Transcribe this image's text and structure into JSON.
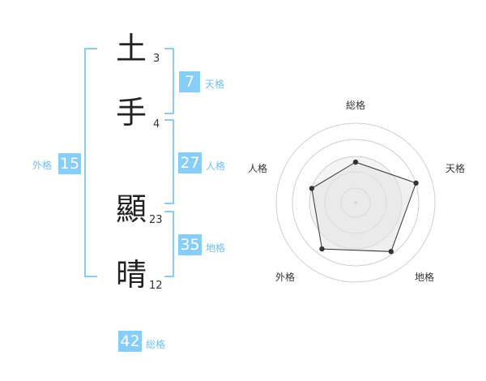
{
  "name": {
    "characters": [
      {
        "char": "土",
        "strokes": "3"
      },
      {
        "char": "手",
        "strokes": "4"
      },
      {
        "char": "顯",
        "strokes": "23"
      },
      {
        "char": "晴",
        "strokes": "12"
      }
    ]
  },
  "fortunes": {
    "tenkaku": {
      "value": "7",
      "label": "天格"
    },
    "jinkaku": {
      "value": "27",
      "label": "人格"
    },
    "chikaku": {
      "value": "35",
      "label": "地格"
    },
    "gaikaku": {
      "value": "15",
      "label": "外格"
    },
    "soukaku": {
      "value": "42",
      "label": "総格"
    }
  },
  "radar": {
    "labels": {
      "soukaku": "総格",
      "tenkaku": "天格",
      "chikaku": "地格",
      "gaikaku": "外格",
      "jinkaku": "人格"
    }
  },
  "chart_data": {
    "type": "radar",
    "axes": [
      "総格",
      "天格",
      "地格",
      "外格",
      "人格"
    ],
    "values": [
      0.51,
      0.8,
      0.76,
      0.72,
      0.58
    ],
    "value_scale": [
      0,
      1
    ],
    "rings": 4,
    "colors": {
      "fill": "#f2f2f2",
      "stroke": "#333333",
      "point": "#333333",
      "grid": "#cccccc"
    }
  }
}
